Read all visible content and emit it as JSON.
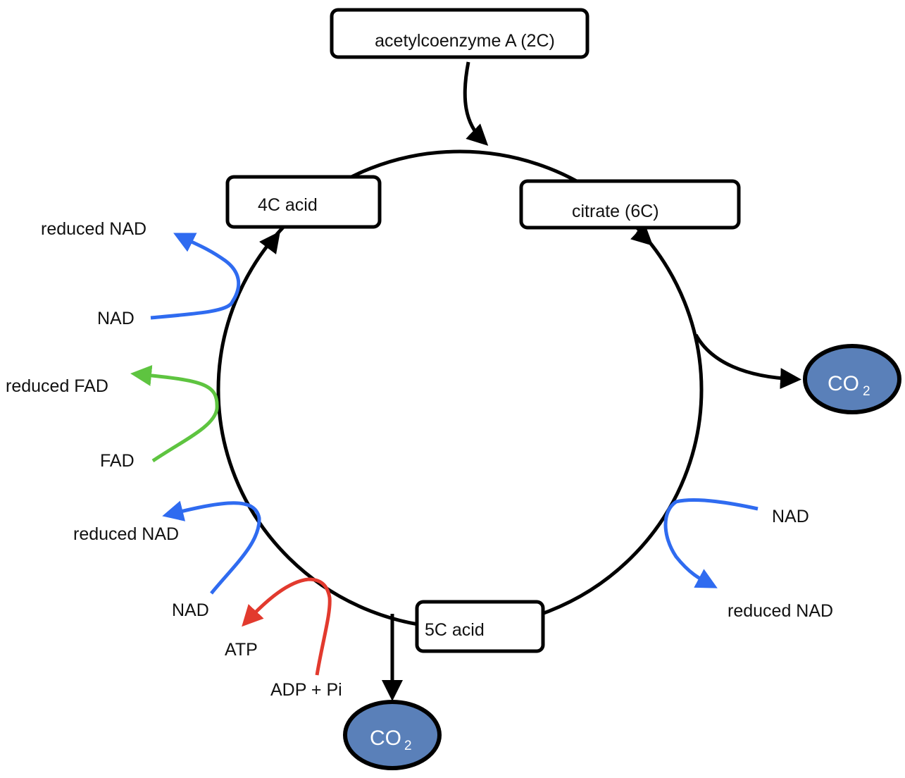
{
  "nodes": {
    "acetyl": "acetylcoenzyme A (2C)",
    "citrate": "citrate (6C)",
    "five_c": "5C acid",
    "four_c": "4C acid",
    "co2_right": "CO",
    "co2_bottom": "CO",
    "co2_subscript": "2"
  },
  "labels": {
    "nad_right": "NAD",
    "reduced_nad_right": "reduced NAD",
    "reduced_nad_top_left": "reduced NAD",
    "nad_top_left": "NAD",
    "reduced_fad": "reduced FAD",
    "fad": "FAD",
    "reduced_nad_lower_left": "reduced NAD",
    "nad_lower_left": "NAD",
    "atp": "ATP",
    "adp_pi": "ADP + Pi"
  },
  "colors": {
    "nad_arrows": "#2f6bf0",
    "fad_arrows": "#5ec440",
    "atp_arrows": "#e23a2e",
    "co2_fill": "#5a80b9",
    "cycle": "#000000"
  }
}
